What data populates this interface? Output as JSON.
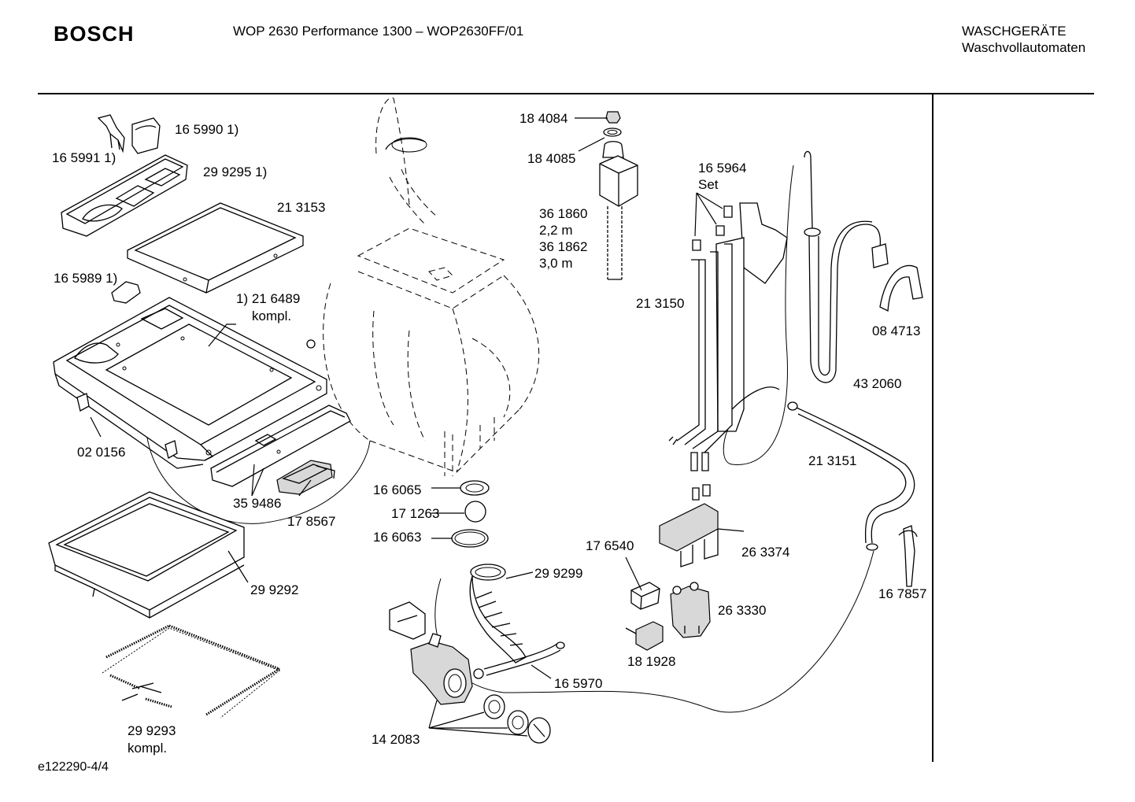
{
  "header": {
    "brand": "BOSCH",
    "model": "WOP 2630 Performance 1300 – WOP2630FF/01",
    "category_line1": "WASCHGERÄTE",
    "category_line2": "Waschvollautomaten"
  },
  "footer": {
    "drawing_id": "e122290-4/4"
  },
  "parts": [
    {
      "number": "16 5990 1)"
    },
    {
      "number": "16 5991 1)"
    },
    {
      "number": "29 9295 1)"
    },
    {
      "number": "21 3153"
    },
    {
      "number": "16 5989 1)"
    },
    {
      "number": "1) 21 6489",
      "note": "kompl."
    },
    {
      "number": "02 0156"
    },
    {
      "number": "35 9486"
    },
    {
      "number": "17 8567"
    },
    {
      "number": "29 9292"
    },
    {
      "number": "29 9293",
      "note": "kompl."
    },
    {
      "number": "18 4084"
    },
    {
      "number": "18 4085"
    },
    {
      "number": "36 1860",
      "note": "2,2 m"
    },
    {
      "number": "36 1862",
      "note": "3,0 m"
    },
    {
      "number": "16 5964",
      "note": "Set"
    },
    {
      "number": "21 3150"
    },
    {
      "number": "08 4713"
    },
    {
      "number": "43 2060"
    },
    {
      "number": "21 3151"
    },
    {
      "number": "16 6065"
    },
    {
      "number": "17 1263"
    },
    {
      "number": "16 6063"
    },
    {
      "number": "29 9299"
    },
    {
      "number": "16 5970"
    },
    {
      "number": "14 2083"
    },
    {
      "number": "17 6540"
    },
    {
      "number": "26 3374"
    },
    {
      "number": "26 3330"
    },
    {
      "number": "18 1928"
    },
    {
      "number": "16 7857"
    }
  ]
}
